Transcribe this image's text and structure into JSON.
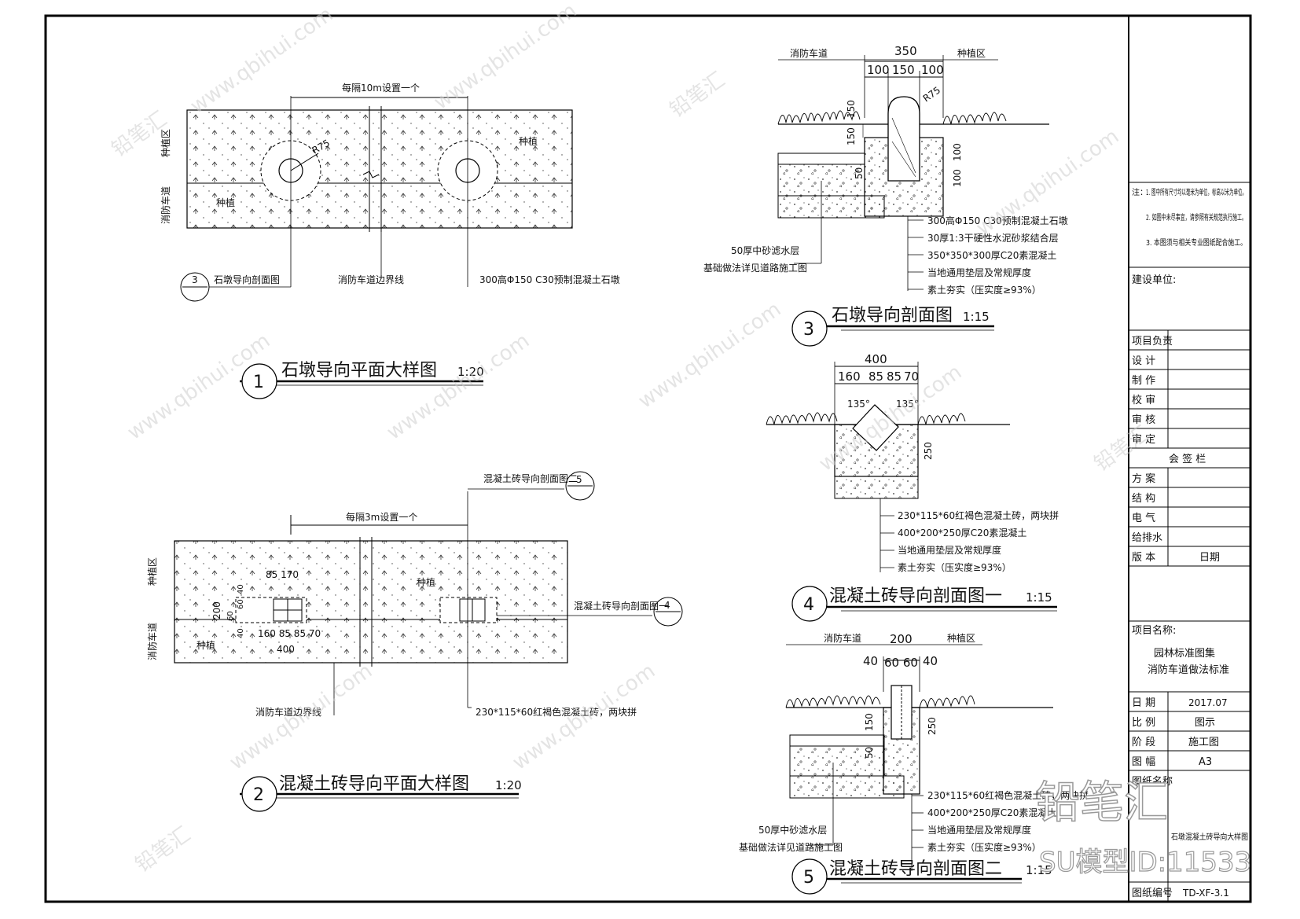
{
  "title_block": {
    "notes_label": "注：",
    "notes": [
      "1. 图中所有尺寸均以毫米为单位，标高以米为单位。",
      "2. 如图中未尽事宜，请参照有关规范执行施工。",
      "3. 本图须与相关专业图纸配合施工。"
    ],
    "client_label": "建设单位:",
    "rows": [
      "项目负责",
      "设  计",
      "制  作",
      "校  审",
      "审  核",
      "审  定"
    ],
    "sign_label": "会 签 栏",
    "sign_rows": [
      "方  案",
      "结  构",
      "电  气",
      "给排水"
    ],
    "version_label": "版  本",
    "date_col_label": "日期",
    "project_label": "项目名称:",
    "project_name_1": "园林标准图集",
    "project_name_2": "消防车道做法标准",
    "date_label": "日  期",
    "date_value": "2017.07",
    "scale_label": "比  例",
    "scale_value": "图示",
    "phase_label": "阶  段",
    "phase_value": "施工图",
    "sheet_label": "图  幅",
    "sheet_value": "A3",
    "drawing_name_label": "图纸名称",
    "drawing_name_value": "石墩混凝土砖导向大样图",
    "drawing_no_label": "图纸编号",
    "drawing_no_value": "TD-XF-3.1"
  },
  "watermark": {
    "brand": "铅笔汇",
    "site": "www.qbihui.com",
    "model_id": "SU模型ID:11533"
  },
  "views": {
    "v1": {
      "number": "1",
      "title": "石墩导向平面大样图",
      "scale": "1:20",
      "spacing_note": "每隔10m设置一个",
      "zone_plant": "种植区",
      "zone_road": "消防车道",
      "plant_label_a": "种植",
      "plant_label_b": "种植",
      "radius": "R75",
      "ref_num": "3",
      "ref_text": "石墩导向剖面图",
      "edge_line": "消防车道边界线",
      "pier_spec": "300高Φ150 C30预制混凝土石墩"
    },
    "v2": {
      "number": "2",
      "title": "混凝土砖导向平面大样图",
      "scale": "1:20",
      "spacing_note": "每隔3m设置一个",
      "zone_plant": "种植区",
      "zone_road": "消防车道",
      "plant_label_a": "种植",
      "plant_label_b": "种植",
      "ref5_text": "混凝土砖导向剖面图二",
      "ref5_num": "5",
      "ref4_text": "混凝土砖导向剖面图一",
      "ref4_num": "4",
      "dim_top": "85 170",
      "dim_bottom": "160 85 85 70",
      "dim_total": "400",
      "dim_side": "200",
      "dim_40a": "40",
      "dim_60a": "60",
      "dim_60b": "60",
      "dim_40b": "40",
      "edge_line": "消防车道边界线",
      "brick_spec": "230*115*60红褐色混凝土砖，两块拼"
    },
    "v3": {
      "number": "3",
      "title": "石墩导向剖面图",
      "scale": "1:15",
      "road": "消防车道",
      "plant": "种植区",
      "dim_total": "350",
      "dim_a": "100",
      "dim_b": "150",
      "dim_c": "100",
      "radius": "R75",
      "dim_v1": "150",
      "dim_v2": "150",
      "dim_v3": "100",
      "dim_v4": "50",
      "dim_v5": "100",
      "specs": [
        "300高Φ150 C30预制混凝土石墩",
        "30厚1:3干硬性水泥砂浆结合层",
        "350*350*300厚C20素混凝土",
        "当地通用垫层及常规厚度",
        "素土夯实（压实度≥93%）"
      ],
      "left_1": "50厚中砂滤水层",
      "left_2": "基础做法详见道路施工图"
    },
    "v4": {
      "number": "4",
      "title": "混凝土砖导向剖面图一",
      "scale": "1:15",
      "dim_total": "400",
      "dims": [
        "160",
        "85",
        "85",
        "70"
      ],
      "angle_a": "135°",
      "angle_b": "135°",
      "dim_v": "250",
      "specs": [
        "230*115*60红褐色混凝土砖，两块拼",
        "400*200*250厚C20素混凝土",
        "当地通用垫层及常规厚度",
        "素土夯实（压实度≥93%）"
      ]
    },
    "v5": {
      "number": "5",
      "title": "混凝土砖导向剖面图二",
      "scale": "1:15",
      "road": "消防车道",
      "plant": "种植区",
      "dim_total": "200",
      "dim_40a": "40",
      "dim_60": "60 60",
      "dim_40b": "40",
      "dim_v1": "150",
      "dim_v2": "250",
      "dim_v3": "50",
      "specs": [
        "230*115*60红褐色混凝土砖，两块拼",
        "400*200*250厚C20素混凝土",
        "当地通用垫层及常规厚度",
        "素土夯实（压实度≥93%）"
      ],
      "left_1": "50厚中砂滤水层",
      "left_2": "基础做法详见道路施工图"
    }
  }
}
